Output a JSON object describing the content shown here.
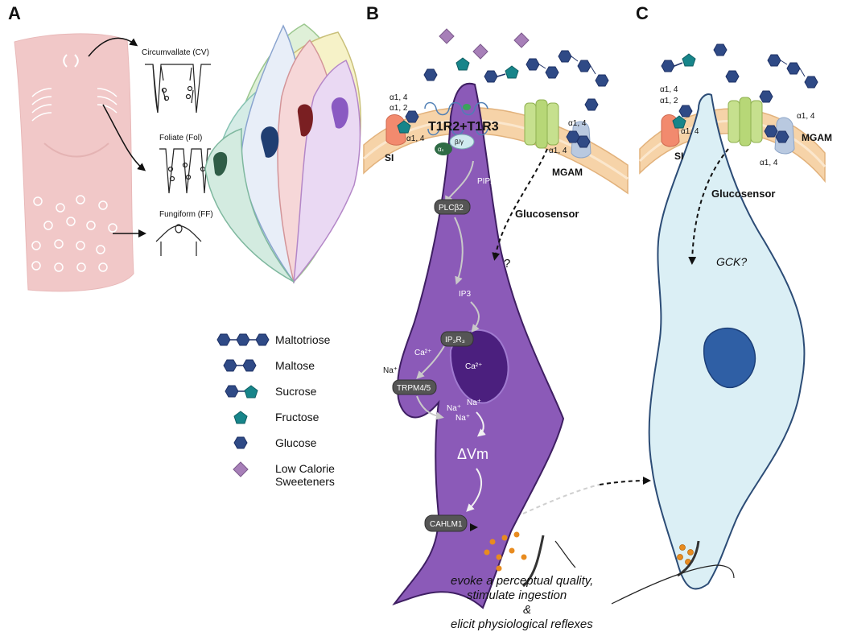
{
  "panels": {
    "a": "A",
    "b": "B",
    "c": "C"
  },
  "panel_a": {
    "papillae": {
      "circumvallate": "Circumvallate (CV)",
      "foliate": "Foliate (Fol)",
      "fungiform": "Fungiform (FF)"
    }
  },
  "legend": {
    "maltotriose": "Maltotriose",
    "maltose": "Maltose",
    "sucrose": "Sucrose",
    "fructose": "Fructose",
    "glucose": "Glucose",
    "low_calorie_1": "Low Calorie",
    "low_calorie_2": "Sweeteners"
  },
  "panel_b": {
    "receptor": "T1R2+T1R3",
    "g_alpha": "αₛ",
    "g_beta_gamma": "β/γ",
    "si": "SI",
    "mgam": "MGAM",
    "glucosensor": "Glucosensor",
    "question": "?",
    "bonds": {
      "a14": "α1, 4",
      "a12": "α1, 2"
    },
    "pip2": "PIP2",
    "plcb2": "PLCβ2",
    "ip3": "IP3",
    "ip3r3": "IP₃R₃",
    "ca": "Ca²⁺",
    "ca_nucleus": "Ca²⁺",
    "na": "Na⁺",
    "trpm": "TRPM4/5",
    "na1": "Na⁺",
    "na2": "Na⁺",
    "na3": "Na⁺",
    "dvm": "ΔVm",
    "cahlm1": "CAHLM1"
  },
  "panel_c": {
    "si": "SI",
    "mgam": "MGAM",
    "glucosensor": "Glucosensor",
    "gck": "GCK?",
    "bonds": {
      "a14": "α1, 4",
      "a12": "α1, 2"
    }
  },
  "outcomes": {
    "line1": "evoke a perceptual quality,",
    "line2": "stimulate  ingestion",
    "line3": "&",
    "line4": "elicit physiological reflexes"
  },
  "colors": {
    "glucose": "#2f4a86",
    "fructose": "#17858a",
    "sweetener": "#a77fb8",
    "cell_b": "#8b5ab8",
    "cell_c": "#dbeff5",
    "membrane": "#f6d3a8",
    "tongue": "#f1c8c8"
  }
}
